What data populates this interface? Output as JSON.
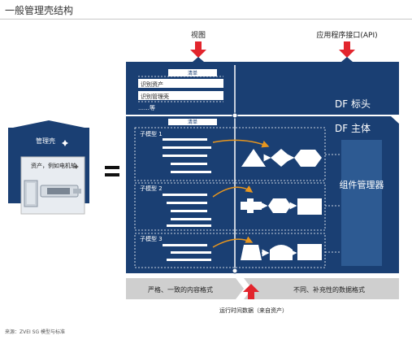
{
  "page_title": "一般管理壳结构",
  "labels": {
    "view": "视图",
    "api": "应用程序接口(API)",
    "shell_title": "管理壳",
    "shell_asset": "资产，例如电机轴",
    "equals": "=",
    "list_label": "清单",
    "list_item_1": "识别资产",
    "list_item_2": "识别管理壳",
    "list_etc": "……等",
    "df_header": "DF 标头",
    "list_label_2": "清单",
    "df_body": "DF 主体",
    "submodel_1": "子模型 1",
    "submodel_2": "子模型 2",
    "submodel_3": "子模型 3",
    "component_manager": "组件管理器",
    "strict_format": "严格、一致的内容格式",
    "diverse_format": "不同、补充性的数据格式",
    "runtime_data": "运行时间数据（来自资产）",
    "source": "来源：ZVEI SG 模型与标准"
  },
  "colors": {
    "navy": "#1a3f73",
    "navy_light": "#2d5a92",
    "red": "#e2252d",
    "orange": "#e8961e",
    "gray_band": "#cfcfcf"
  }
}
